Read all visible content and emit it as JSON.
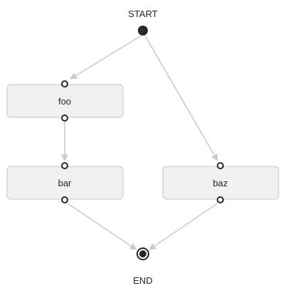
{
  "diagram": {
    "start_label": "START",
    "end_label": "END",
    "nodes": [
      {
        "id": "foo",
        "label": "foo"
      },
      {
        "id": "bar",
        "label": "bar"
      },
      {
        "id": "baz",
        "label": "baz"
      }
    ],
    "edges": [
      {
        "from": "START",
        "to": "foo"
      },
      {
        "from": "START",
        "to": "baz"
      },
      {
        "from": "foo",
        "to": "bar"
      },
      {
        "from": "bar",
        "to": "END"
      },
      {
        "from": "baz",
        "to": "END"
      }
    ],
    "colors": {
      "node_fill": "#eef0f2",
      "node_stroke": "#c3c8cd",
      "edge": "#c9cccf",
      "port_stroke": "#1f2a33",
      "terminal_fill": "#1f2a33"
    }
  }
}
